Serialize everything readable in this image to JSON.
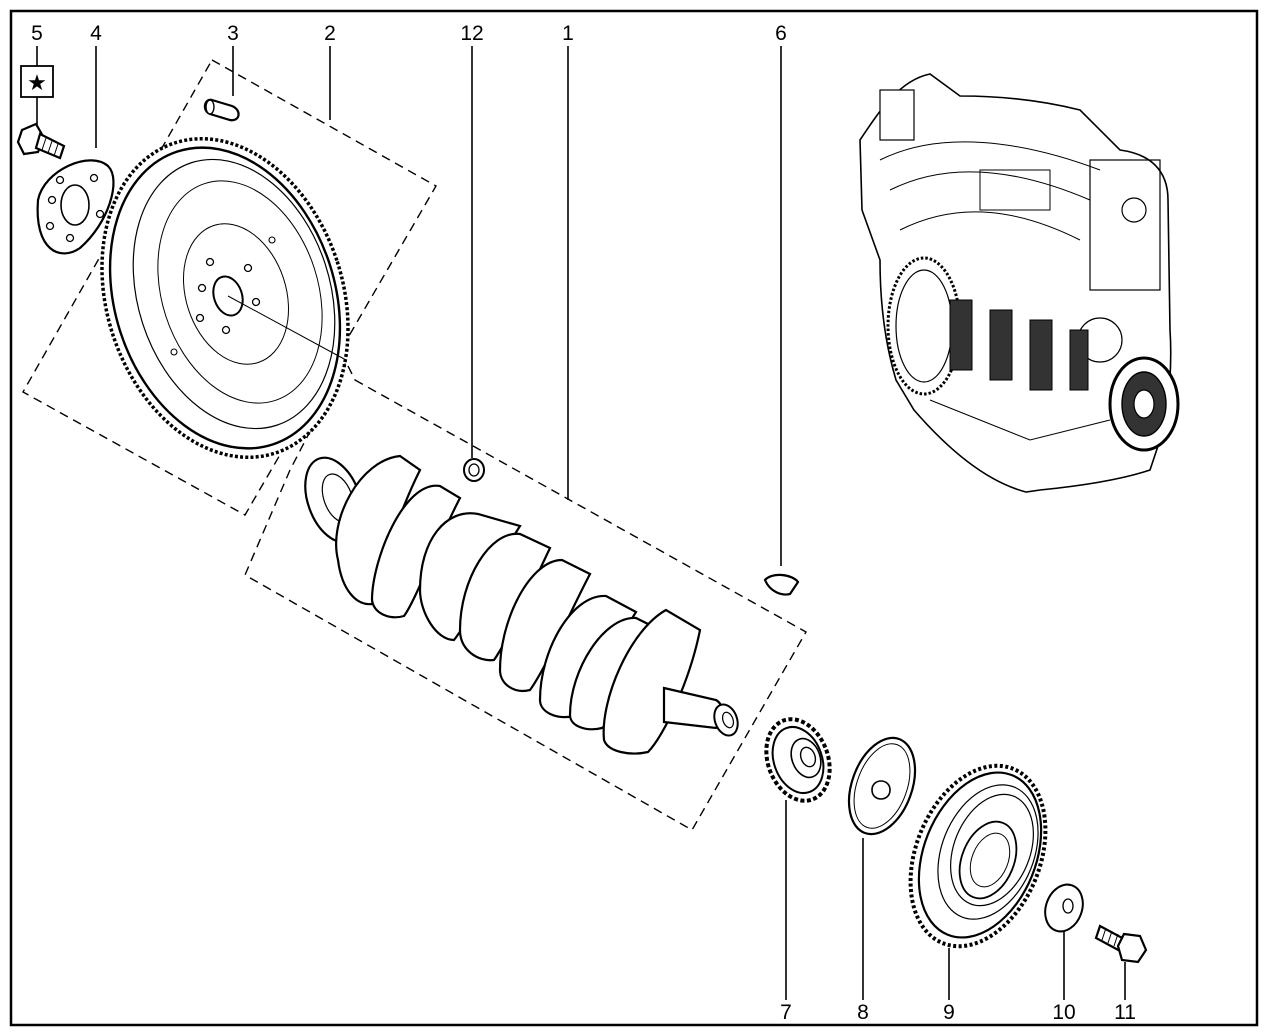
{
  "diagram": {
    "callouts": [
      {
        "id": "5",
        "label": "5"
      },
      {
        "id": "4",
        "label": "4"
      },
      {
        "id": "3",
        "label": "3"
      },
      {
        "id": "2",
        "label": "2"
      },
      {
        "id": "12",
        "label": "12"
      },
      {
        "id": "1",
        "label": "1"
      },
      {
        "id": "6",
        "label": "6"
      },
      {
        "id": "7",
        "label": "7"
      },
      {
        "id": "8",
        "label": "8"
      },
      {
        "id": "9",
        "label": "9"
      },
      {
        "id": "10",
        "label": "10"
      },
      {
        "id": "11",
        "label": "11"
      }
    ],
    "star_symbol": "★"
  }
}
